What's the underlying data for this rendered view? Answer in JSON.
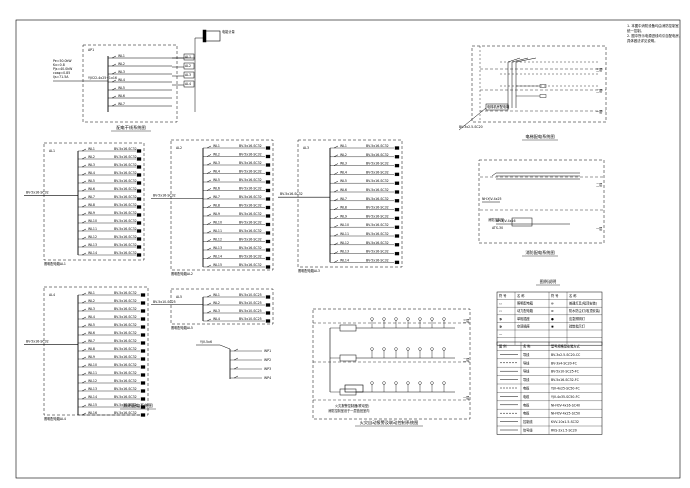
{
  "sheet": {
    "notes": [
      "1. 本图中消防设备均由消防控制室",
      "   统一控制。",
      "2. 图中所示电源进线均引自配电房，",
      "   具体做法详见说明。"
    ]
  },
  "titles": {
    "main_distribution": "配电干线系统图",
    "lighting_system": "照明配电系统图",
    "elevator_system": "电梯配电系统图",
    "fire_system": "消防配电系统图",
    "grounding_system": "火灾自动报警及联动控制系统图",
    "legend": "图例说明"
  },
  "main_panel": {
    "id": "AP1",
    "specs": [
      "Pe=50.0kW",
      "Kx=0.8",
      "Pjs=40.0kW",
      "cosφ=0.85",
      "Ijs=71.5A"
    ],
    "incoming_cable": "YJV22-4x25+1x16",
    "box_label": "电源引入",
    "branch_labels": [
      "WL1",
      "WL2",
      "WL3",
      "WL4",
      "WL5",
      "WL6",
      "WL7"
    ],
    "outgoing_labels": [
      "AL1",
      "AL2",
      "AL3",
      "AL4"
    ],
    "meter_label": "电能计量"
  },
  "distribution_panels": [
    {
      "id": "AL1",
      "bus": "BV-5x16-SC32",
      "footer": "照明配电箱AL1",
      "rows": [
        "WL1",
        "WL2",
        "WL3",
        "WL4",
        "WL5",
        "WL6",
        "WL7",
        "WL8",
        "WL9",
        "WL10",
        "WL11",
        "WL12",
        "WL13",
        "WL14"
      ]
    },
    {
      "id": "AL2",
      "bus": "BV-5x16-SC32",
      "footer": "照明配电箱AL2",
      "rows": [
        "WL1",
        "WL2",
        "WL3",
        "WL4",
        "WL5",
        "WL6",
        "WL7",
        "WL8",
        "WL9",
        "WL10",
        "WL11",
        "WL12",
        "WL13",
        "WL14",
        "WL15"
      ]
    },
    {
      "id": "AL3",
      "bus": "BV-5x16-SC32",
      "footer": "照明配电箱AL3",
      "rows": [
        "WL1",
        "WL2",
        "WL3",
        "WL4",
        "WL5",
        "WL6",
        "WL7",
        "WL8",
        "WL9",
        "WL10",
        "WL11",
        "WL12",
        "WL13",
        "WL14"
      ]
    },
    {
      "id": "AL4",
      "bus": "BV-5x16-SC32",
      "footer": "照明配电箱AL4",
      "rows": [
        "WL1",
        "WL2",
        "WL3",
        "WL4",
        "WL5",
        "WL6",
        "WL7",
        "WL8",
        "WL9",
        "WL10",
        "WL11",
        "WL12",
        "WL13",
        "WL14",
        "WL15",
        "WL16"
      ]
    },
    {
      "id": "AL5",
      "bus": "BV-5x10-SC25",
      "footer": "照明配电箱AL5",
      "rows": [
        "WL1",
        "WL2",
        "WL3",
        "WL4"
      ]
    }
  ],
  "small_panel": {
    "id": "AP2",
    "cable": "YJV-5x6",
    "rows": [
      "WP1",
      "WP2",
      "WP3",
      "WP4"
    ]
  },
  "right_top": {
    "cable": "BV-3x2.5-SC20",
    "box_label": "电梯机房配电箱",
    "floor_labels": [
      "三层",
      "二层",
      "一层"
    ]
  },
  "right_mid": {
    "cable1": "NH-YJV-4x25",
    "cable2": "NH-YJV-4x16",
    "box_label": "消防控制室",
    "box_label2": "ATS-30",
    "floor_labels": [
      "二层",
      "一层"
    ]
  },
  "fire_box": {
    "labels": [
      "火灾报警控制器(联动型)",
      "消防控制室设于一层值班室内"
    ],
    "floor_labels": [
      "三层",
      "二层",
      "一层"
    ]
  },
  "legend_table": {
    "headers": [
      "符 号",
      "名 称",
      "符 号",
      "名 称"
    ],
    "rows": [
      [
        "▭",
        "照明配电箱",
        "⊗",
        "普通灯具(吸顶安装)"
      ],
      [
        "▭",
        "动力配电箱",
        "⊗",
        "防水防尘灯(吸顶安装)"
      ],
      [
        "◑",
        "单相插座",
        "●",
        "应急照明灯"
      ],
      [
        "◑",
        "空调插座",
        "◉",
        "疏散指示灯"
      ],
      [
        "—",
        "",
        "",
        ""
      ],
      [
        "",
        "",
        "",
        ""
      ]
    ]
  },
  "legend_table2": {
    "headers": [
      "图 例",
      "名 称",
      "型号规格及安装方式"
    ],
    "rows": [
      [
        "—",
        "导线",
        "BV-3x2.5-SC20-CC"
      ],
      [
        "—",
        "导线",
        "BV-3x4-SC20-FC"
      ],
      [
        "—",
        "导线",
        "BV-5x10-SC25-FC"
      ],
      [
        "—",
        "导线",
        "BV-5x16-SC32-FC"
      ],
      [
        "—",
        "电缆",
        "YJV-4x25-SC50-FC"
      ],
      [
        "—",
        "电缆",
        "YJV-4x35-SC50-FC"
      ],
      [
        "—",
        "电缆",
        "NH-YJV-4x16-SC40"
      ],
      [
        "—",
        "电缆",
        "NH-YJV-4x25-SC50"
      ],
      [
        "—",
        "控制线",
        "KVV-10x1.5-SC32"
      ],
      [
        "—",
        "信号线",
        "RVS-2x1.5-SC20"
      ]
    ]
  }
}
